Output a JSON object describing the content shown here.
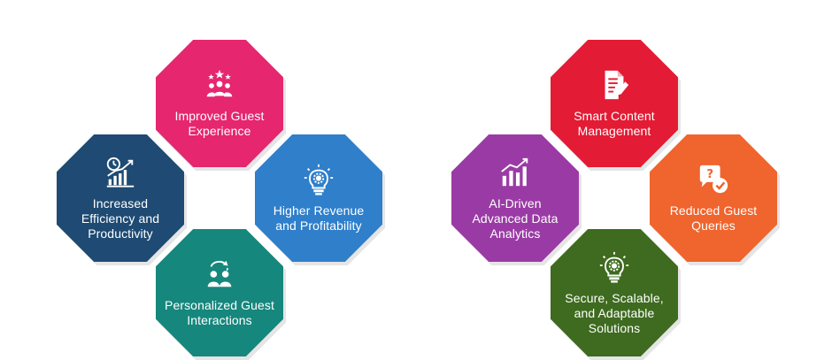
{
  "diagram": {
    "left_cluster": [
      {
        "key": "improved-guest-experience",
        "label": "Improved Guest Experience",
        "color": "#E6266F",
        "icon": "star-group-icon"
      },
      {
        "key": "increased-efficiency",
        "label": "Increased Efficiency and Productivity",
        "color": "#1E4A73",
        "icon": "clock-chart-icon"
      },
      {
        "key": "higher-revenue",
        "label": "Higher Revenue and Profitability",
        "color": "#2F7FCB",
        "icon": "lightbulb-gear-icon"
      },
      {
        "key": "personalized-guest-interactions",
        "label": "Personalized Guest Interactions",
        "color": "#16877D",
        "icon": "people-exchange-icon"
      }
    ],
    "right_cluster": [
      {
        "key": "smart-content-management",
        "label": "Smart Content Management",
        "color": "#E31B34",
        "icon": "document-pen-icon"
      },
      {
        "key": "ai-driven-analytics",
        "label": "AI-Driven Advanced Data Analytics",
        "color": "#9A3BA5",
        "icon": "bar-chart-icon"
      },
      {
        "key": "reduced-guest-queries",
        "label": "Reduced Guest Queries",
        "color": "#F0642D",
        "icon": "question-check-icon"
      },
      {
        "key": "secure-scalable-solutions",
        "label": "Secure, Scalable, and Adaptable Solutions",
        "color": "#3E6B1F",
        "icon": "lightbulb-gear-icon"
      }
    ]
  }
}
